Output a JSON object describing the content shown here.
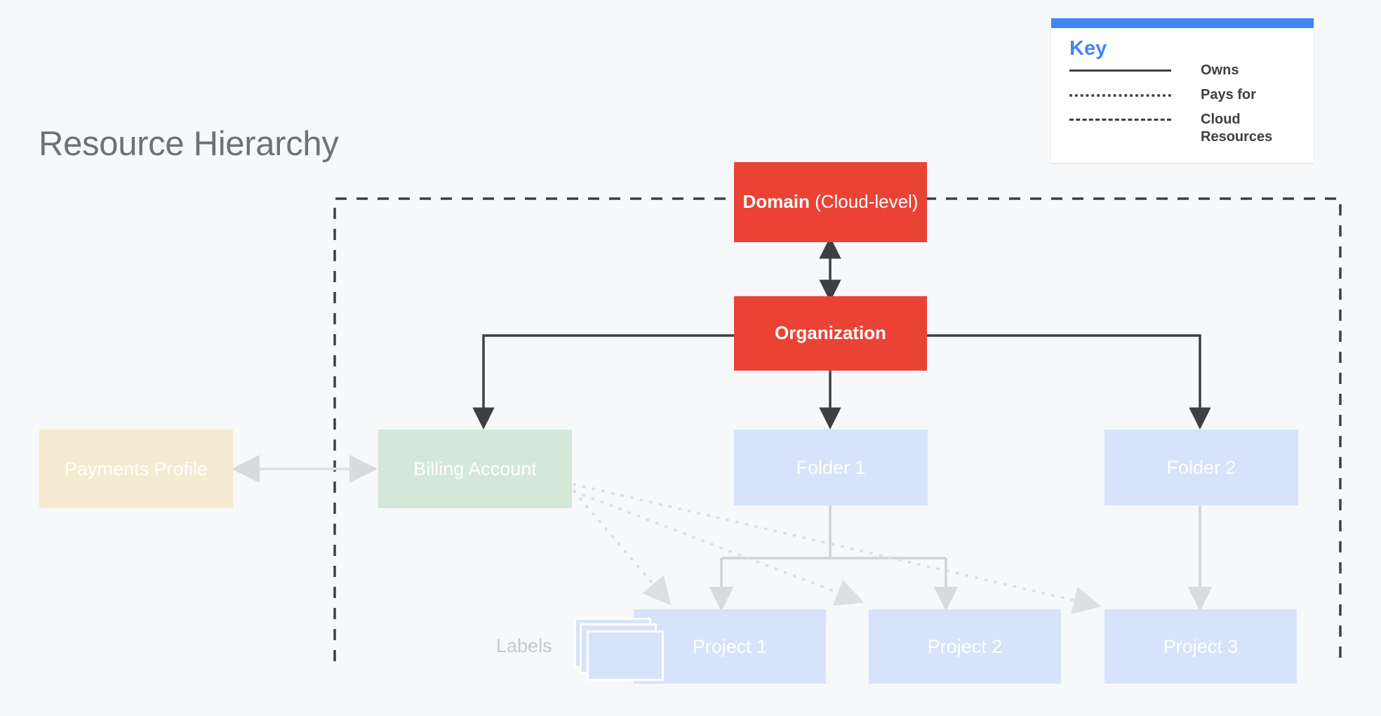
{
  "page": {
    "title": "Resource Hierarchy",
    "background_color": "#f6f8fa"
  },
  "key": {
    "heading": "Key",
    "accent_color": "#4285f4",
    "items": [
      {
        "style": "solid",
        "label": "Owns"
      },
      {
        "style": "dotted",
        "label": "Pays for"
      },
      {
        "style": "dashed",
        "label": "Cloud Resources"
      }
    ]
  },
  "nodes": {
    "domain": {
      "label_bold": "Domain",
      "label_rest": " (Cloud-level)",
      "color": "#ea4335"
    },
    "organization": {
      "label": "Organization",
      "color": "#ea4335"
    },
    "payments_profile": {
      "label": "Payments Profile",
      "color": "#f5ead2"
    },
    "billing_account": {
      "label": "Billing Account",
      "color": "#d3e8d8"
    },
    "folder_1": {
      "label": "Folder 1",
      "color": "#d6e3fa"
    },
    "folder_2": {
      "label": "Folder 2",
      "color": "#d6e3fa"
    },
    "project_1": {
      "label": "Project 1",
      "color": "#d6e3fa"
    },
    "project_2": {
      "label": "Project 2",
      "color": "#d6e3fa"
    },
    "project_3": {
      "label": "Project 3",
      "color": "#d6e3fa"
    },
    "labels": {
      "label": "Labels",
      "color": "#d6e3fa"
    }
  },
  "edges": {
    "owns_color": "#3c4043",
    "pays_for_color": "#dadce0",
    "hierarchy_color": "#d0d3d6",
    "boundary_color": "#3c4043"
  }
}
